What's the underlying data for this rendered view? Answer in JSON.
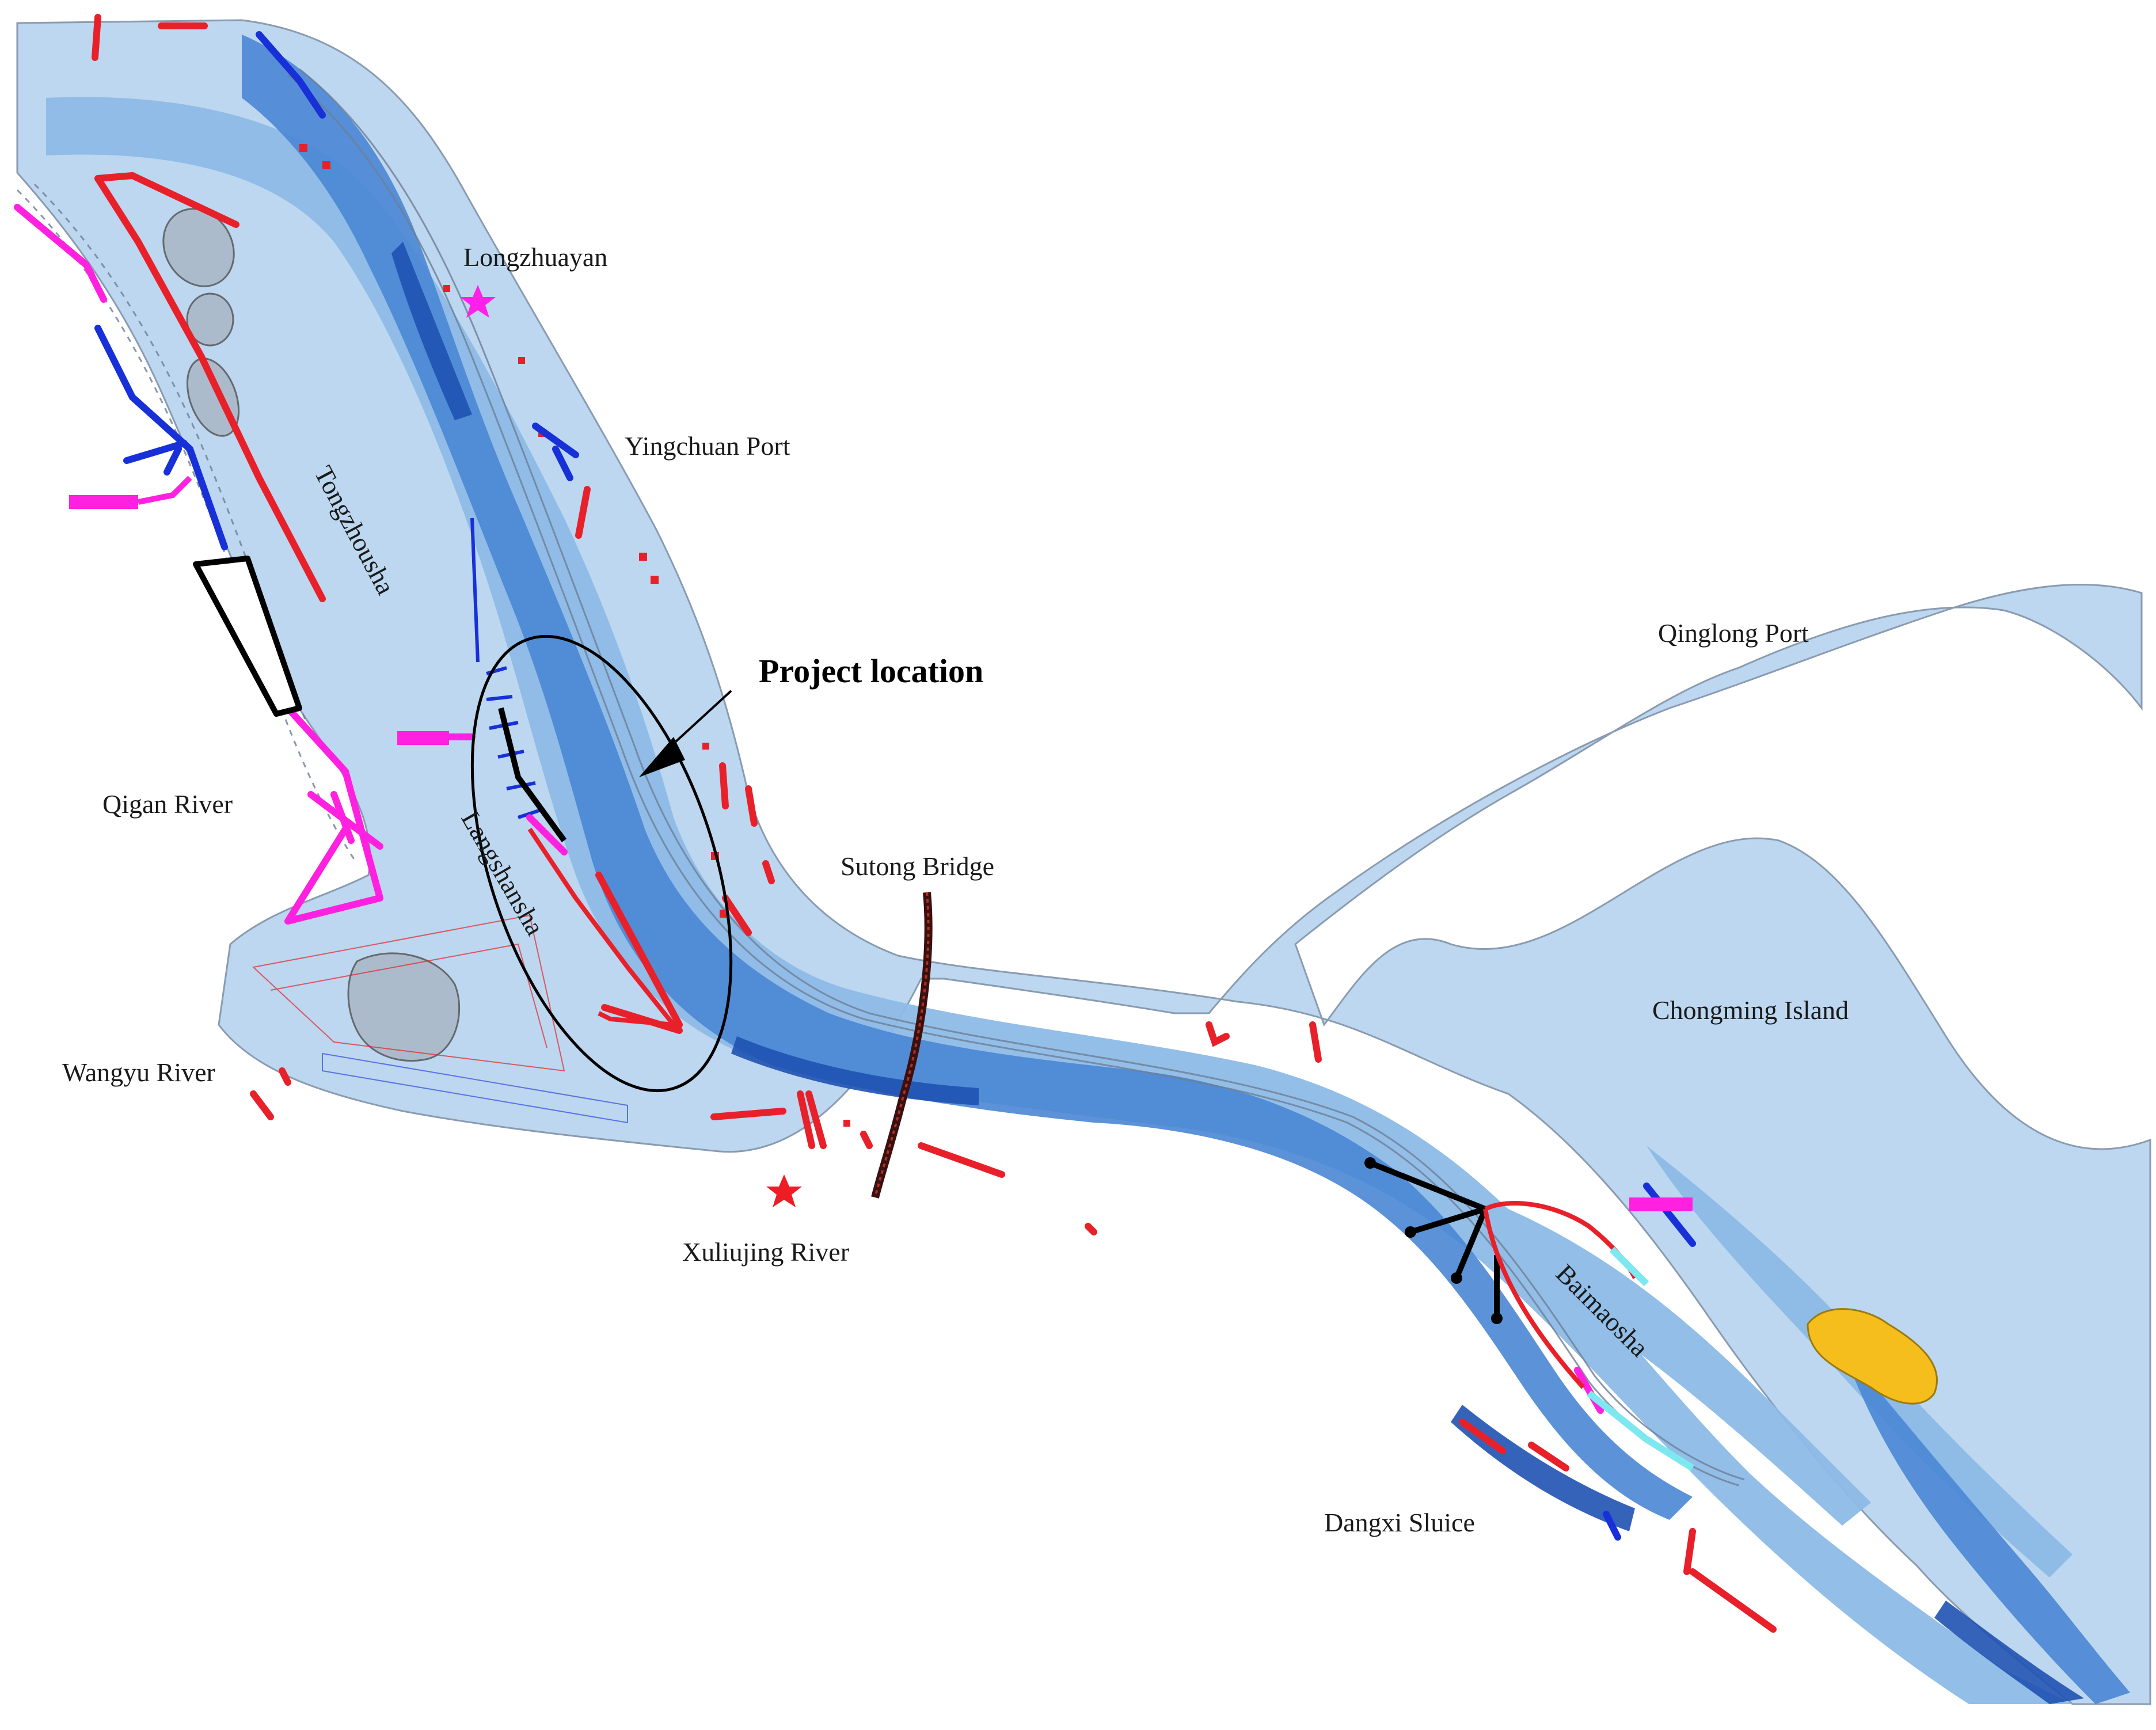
{
  "map": {
    "labels": {
      "longzhuayan": "Longzhuayan",
      "yingchuan_port": "Yingchuan Port",
      "tongzhousha": "Tongzhousha",
      "qigan_river": "Qigan River",
      "langshansha": "Langshansha",
      "wangyu_river": "Wangyu River",
      "project_location": "Project location",
      "sutong_bridge": "Sutong Bridge",
      "xuliujing_river": "Xuliujing River",
      "qinglong_port": "Qinglong Port",
      "chongming_island": "Chongming Island",
      "baimaosha": "Baimaosha",
      "dangxi_sluice": "Dangxi Sluice"
    },
    "markers": {
      "longzhuayan_star": "star-icon",
      "xuliujing_star": "star-icon"
    },
    "colors": {
      "water_light": "#bcd7ef",
      "water_mid": "#8dbbe6",
      "water_deep": "#4a86d4",
      "water_deepest": "#1f52b3",
      "channel_line": "#6e7f96",
      "red_structure": "#e8202a",
      "blue_structure": "#1730d8",
      "magenta_structure": "#ff20e0",
      "cyan_structure": "#7ee8f0",
      "black_structure": "#000000",
      "shoal_yellow": "#f5be1c",
      "magenta_star": "#ff20ea",
      "red_star": "#ee1c24"
    }
  }
}
